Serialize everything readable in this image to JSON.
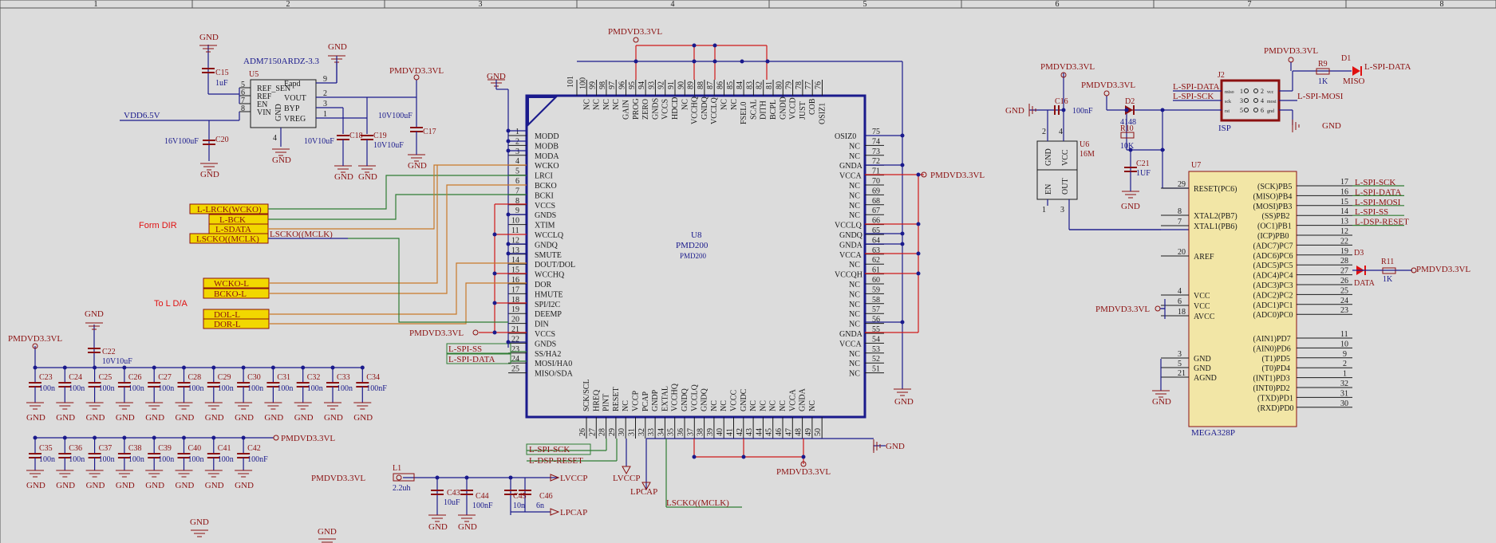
{
  "border": {
    "columns": [
      "1",
      "2",
      "3",
      "4",
      "5",
      "6",
      "7",
      "8"
    ]
  },
  "net_labels": {
    "pmdvd": "PMDVD3.3VL",
    "gnd": "GND",
    "vdd65": "VDD6.5V",
    "lvccp": "LVCCP",
    "lpcap": "LPCAP"
  },
  "annotations": {
    "form_dir": "Form DIR",
    "to_ld_a": "To L D/A"
  },
  "u5": {
    "ref": "U5",
    "part": "ADM7150ARDZ-3.3",
    "pins_left": [
      {
        "num": "5",
        "name": "REF_SEN"
      },
      {
        "num": "6",
        "name": "REF"
      },
      {
        "num": "7",
        "name": "EN"
      },
      {
        "num": "8",
        "name": "VIN"
      }
    ],
    "pins_right": [
      {
        "num": "9",
        "name": "Eapd"
      },
      {
        "num": "2",
        "name": "VOUT"
      },
      {
        "num": "3",
        "name": "BYP"
      },
      {
        "num": "1",
        "name": "VREG"
      }
    ],
    "pin_bottom": {
      "num": "4",
      "name": "GND"
    }
  },
  "u8": {
    "ref": "U8",
    "part": "PMD200",
    "sub": "PMD200",
    "left_pins": [
      {
        "num": "1",
        "name": "MODD"
      },
      {
        "num": "2",
        "name": "MODB"
      },
      {
        "num": "3",
        "name": "MODA"
      },
      {
        "num": "4",
        "name": "WCKO"
      },
      {
        "num": "5",
        "name": "LRCI"
      },
      {
        "num": "6",
        "name": "BCKO"
      },
      {
        "num": "7",
        "name": "BCKI"
      },
      {
        "num": "8",
        "name": "VCCS"
      },
      {
        "num": "9",
        "name": "GNDS"
      },
      {
        "num": "10",
        "name": "XTIM"
      },
      {
        "num": "11",
        "name": "WCCLQ"
      },
      {
        "num": "12",
        "name": "GNDQ"
      },
      {
        "num": "13",
        "name": "SMUTE"
      },
      {
        "num": "14",
        "name": "DOUT/DOL"
      },
      {
        "num": "15",
        "name": "WCCHQ"
      },
      {
        "num": "16",
        "name": "DOR"
      },
      {
        "num": "17",
        "name": "HMUTE"
      },
      {
        "num": "18",
        "name": "SPI/I2C"
      },
      {
        "num": "19",
        "name": "DEEMP"
      },
      {
        "num": "20",
        "name": "DIN"
      },
      {
        "num": "21",
        "name": "VCCS"
      },
      {
        "num": "22",
        "name": "GNDS"
      },
      {
        "num": "23",
        "name": "SS/HA2"
      },
      {
        "num": "24",
        "name": "MOSI/HA0"
      },
      {
        "num": "25",
        "name": "MISO/SDA"
      }
    ],
    "right_pins": [
      {
        "num": "75",
        "name": "OSIZ0"
      },
      {
        "num": "74",
        "name": "NC"
      },
      {
        "num": "73",
        "name": "NC"
      },
      {
        "num": "72",
        "name": "GNDA"
      },
      {
        "num": "71",
        "name": "VCCA"
      },
      {
        "num": "70",
        "name": "NC"
      },
      {
        "num": "69",
        "name": "NC"
      },
      {
        "num": "68",
        "name": "NC"
      },
      {
        "num": "67",
        "name": "NC"
      },
      {
        "num": "66",
        "name": "VCCLQ"
      },
      {
        "num": "65",
        "name": "GNDQ"
      },
      {
        "num": "64",
        "name": "GNDA"
      },
      {
        "num": "63",
        "name": "VCCA"
      },
      {
        "num": "62",
        "name": "NC"
      },
      {
        "num": "61",
        "name": "VCCQH"
      },
      {
        "num": "60",
        "name": "NC"
      },
      {
        "num": "59",
        "name": "NC"
      },
      {
        "num": "58",
        "name": "NC"
      },
      {
        "num": "57",
        "name": "NC"
      },
      {
        "num": "56",
        "name": "NC"
      },
      {
        "num": "55",
        "name": "GNDA"
      },
      {
        "num": "54",
        "name": "VCCA"
      },
      {
        "num": "53",
        "name": "NC"
      },
      {
        "num": "52",
        "name": "NC"
      },
      {
        "num": "51",
        "name": "NC"
      }
    ],
    "top_pins": [
      {
        "num": "100",
        "name": "NC"
      },
      {
        "num": "99",
        "name": "NC"
      },
      {
        "num": "98",
        "name": "NC"
      },
      {
        "num": "97",
        "name": "NC"
      },
      {
        "num": "96",
        "name": "GAIN"
      },
      {
        "num": "95",
        "name": "PROG"
      },
      {
        "num": "94",
        "name": "ZERO"
      },
      {
        "num": "93",
        "name": "GNDS"
      },
      {
        "num": "92",
        "name": "VCCS"
      },
      {
        "num": "91",
        "name": "HDCD"
      },
      {
        "num": "90",
        "name": "NC"
      },
      {
        "num": "89",
        "name": "VCCHQ"
      },
      {
        "num": "88",
        "name": "GNDQ"
      },
      {
        "num": "87",
        "name": "VCCLQ"
      },
      {
        "num": "86",
        "name": "NC"
      },
      {
        "num": "85",
        "name": "NC"
      },
      {
        "num": "84",
        "name": "FSEL0"
      },
      {
        "num": "83",
        "name": "SCAL"
      },
      {
        "num": "82",
        "name": "DITH"
      },
      {
        "num": "81",
        "name": "BCPL"
      },
      {
        "num": "80",
        "name": "GNDD"
      },
      {
        "num": "79",
        "name": "VCCD"
      },
      {
        "num": "78",
        "name": "JUST"
      },
      {
        "num": "77",
        "name": "COB"
      },
      {
        "num": "76",
        "name": "OSIZ1"
      }
    ],
    "top_extra": "101",
    "bottom_pins": [
      {
        "num": "26",
        "name": "SCK/SCL"
      },
      {
        "num": "27",
        "name": "HREQ"
      },
      {
        "num": "28",
        "name": "PINT"
      },
      {
        "num": "29",
        "name": "RESET"
      },
      {
        "num": "30",
        "name": "NC"
      },
      {
        "num": "31",
        "name": "VCCP"
      },
      {
        "num": "32",
        "name": "PCAP"
      },
      {
        "num": "33",
        "name": "GNDP"
      },
      {
        "num": "34",
        "name": "EXTAL"
      },
      {
        "num": "35",
        "name": "VCCHQ"
      },
      {
        "num": "36",
        "name": "GNDQ"
      },
      {
        "num": "37",
        "name": "VCCLQ"
      },
      {
        "num": "38",
        "name": "GNDQ"
      },
      {
        "num": "39",
        "name": "NC"
      },
      {
        "num": "40",
        "name": "NC"
      },
      {
        "num": "41",
        "name": "VCCC"
      },
      {
        "num": "42",
        "name": "GNDC"
      },
      {
        "num": "43",
        "name": "NC"
      },
      {
        "num": "44",
        "name": "NC"
      },
      {
        "num": "45",
        "name": "NC"
      },
      {
        "num": "46",
        "name": "NC"
      },
      {
        "num": "47",
        "name": "VCCA"
      },
      {
        "num": "48",
        "name": "GNDA"
      },
      {
        "num": "49",
        "name": "NC"
      },
      {
        "num": "50",
        "name": ""
      }
    ]
  },
  "dir_labels": [
    "L-LRCK(WCKO)",
    "L-BCK",
    "L-SDATA",
    "LSCKO((MCLK)"
  ],
  "dir_extra": "LSCKO((MCLK)",
  "lda_labels": [
    "WCKO-L",
    "BCKO-L",
    "DOL-L",
    "DOR-L"
  ],
  "spi_left": [
    "L-SPI-SS",
    "L-SPI-DATA"
  ],
  "spi_bottom": [
    "L-SPI-SCK",
    "L-DSP-RESET"
  ],
  "mclk_bottom": "LSCKO((MCLK)",
  "caps_row1": {
    "refs": [
      "C23",
      "C24",
      "C25",
      "C26",
      "C27",
      "C28",
      "C29",
      "C30",
      "C31",
      "C32",
      "C33",
      "C34"
    ],
    "vals": [
      "100n",
      "100n",
      "100n",
      "100n",
      "100n",
      "100n",
      "100n",
      "100n",
      "100n",
      "100n",
      "100n",
      "100nF"
    ]
  },
  "caps_row2": {
    "refs": [
      "C35",
      "C36",
      "C37",
      "C38",
      "C39",
      "C40",
      "C41",
      "C42"
    ],
    "vals": [
      "100n",
      "100n",
      "100n",
      "100n",
      "100n",
      "100n",
      "100n",
      "100nF"
    ]
  },
  "c22": {
    "ref": "C22",
    "val": "10V10uF"
  },
  "c15": {
    "ref": "C15",
    "val": "1uF"
  },
  "c20": {
    "ref": "C20",
    "val": "16V100uF"
  },
  "c18": {
    "ref": "C18",
    "val": "10V10uF"
  },
  "c19": {
    "ref": "C19",
    "val": "10V10uF"
  },
  "c17": {
    "ref": "C17",
    "val": "10V100uF"
  },
  "l1": {
    "ref": "L1",
    "val": "2.2uh"
  },
  "c43": {
    "ref": "C43",
    "val": "10uF"
  },
  "c44": {
    "ref": "C44",
    "val": "100nF"
  },
  "c45": {
    "ref": "C45",
    "val": "10n"
  },
  "c46": {
    "ref": "C46",
    "val": "6n"
  },
  "u6": {
    "ref": "U6",
    "val": "16M",
    "pins": {
      "gnd": "GND",
      "vcc": "VCC",
      "en": "EN",
      "out": "OUT"
    },
    "nums": [
      "2",
      "4",
      "1",
      "3"
    ]
  },
  "c16": {
    "ref": "C16",
    "val": "100nF"
  },
  "d2": {
    "ref": "D2",
    "val": "4148"
  },
  "r10": {
    "ref": "R10",
    "val": "10K"
  },
  "c21": {
    "ref": "C21",
    "val": "1UF"
  },
  "j2": {
    "ref": "J2",
    "name": "ISP",
    "pins": [
      "1",
      "2",
      "3",
      "4",
      "5",
      "6"
    ],
    "pin_names": [
      "miso",
      "vcc",
      "sck",
      "mosi",
      "rst",
      "gnd"
    ]
  },
  "j2_left": [
    "L-SPI-DATA",
    "L-SPI-SCK"
  ],
  "j2_right": "L-SPI-MOSI",
  "r9": {
    "ref": "R9",
    "val": "1K"
  },
  "d1": {
    "ref": "D1",
    "net": "L-SPI-DATA",
    "name": "MISO"
  },
  "u7": {
    "ref": "U7",
    "part": "MEGA328P",
    "left": [
      {
        "num": "29",
        "name": "RESET(PC6)"
      },
      {
        "num": "8",
        "name": "XTAL2(PB7)"
      },
      {
        "num": "7",
        "name": "XTAL1(PB6)"
      },
      {
        "num": "20",
        "name": "AREF"
      },
      {
        "num": "4",
        "name": "VCC"
      },
      {
        "num": "6",
        "name": "VCC"
      },
      {
        "num": "18",
        "name": "AVCC"
      },
      {
        "num": "3",
        "name": "GND"
      },
      {
        "num": "5",
        "name": "GND"
      },
      {
        "num": "21",
        "name": "AGND"
      }
    ],
    "right": [
      {
        "num": "17",
        "name": "(SCK)PB5"
      },
      {
        "num": "16",
        "name": "(MISO)PB4"
      },
      {
        "num": "15",
        "name": "(MOSI)PB3"
      },
      {
        "num": "14",
        "name": "(SS)PB2"
      },
      {
        "num": "13",
        "name": "(OC1)PB1"
      },
      {
        "num": "12",
        "name": "(ICP)PB0"
      },
      {
        "num": "22",
        "name": "(ADC7)PC7"
      },
      {
        "num": "19",
        "name": "(ADC6)PC6"
      },
      {
        "num": "28",
        "name": "(ADC5)PC5"
      },
      {
        "num": "27",
        "name": "(ADC4)PC4"
      },
      {
        "num": "26",
        "name": "(ADC3)PC3"
      },
      {
        "num": "25",
        "name": "(ADC2)PC2"
      },
      {
        "num": "24",
        "name": "(ADC1)PC1"
      },
      {
        "num": "23",
        "name": "(ADC0)PC0"
      },
      {
        "num": "11",
        "name": "(AIN1)PD7"
      },
      {
        "num": "10",
        "name": "(AIN0)PD6"
      },
      {
        "num": "9",
        "name": "(T1)PD5"
      },
      {
        "num": "2",
        "name": "(T0)PD4"
      },
      {
        "num": "1",
        "name": "(INT1)PD3"
      },
      {
        "num": "32",
        "name": "(INT0)PD2"
      },
      {
        "num": "31",
        "name": "(TXD)PD1"
      },
      {
        "num": "30",
        "name": "(RXD)PD0"
      }
    ]
  },
  "u7_nets": [
    "L-SPI-SCK",
    "L-SPI-DATA",
    "L-SPI-MOSI",
    "L-SPI-SS",
    "L-DSP-RESET"
  ],
  "d3": {
    "ref": "D3",
    "name": "DATA"
  },
  "r11": {
    "ref": "R11",
    "val": "1K"
  }
}
